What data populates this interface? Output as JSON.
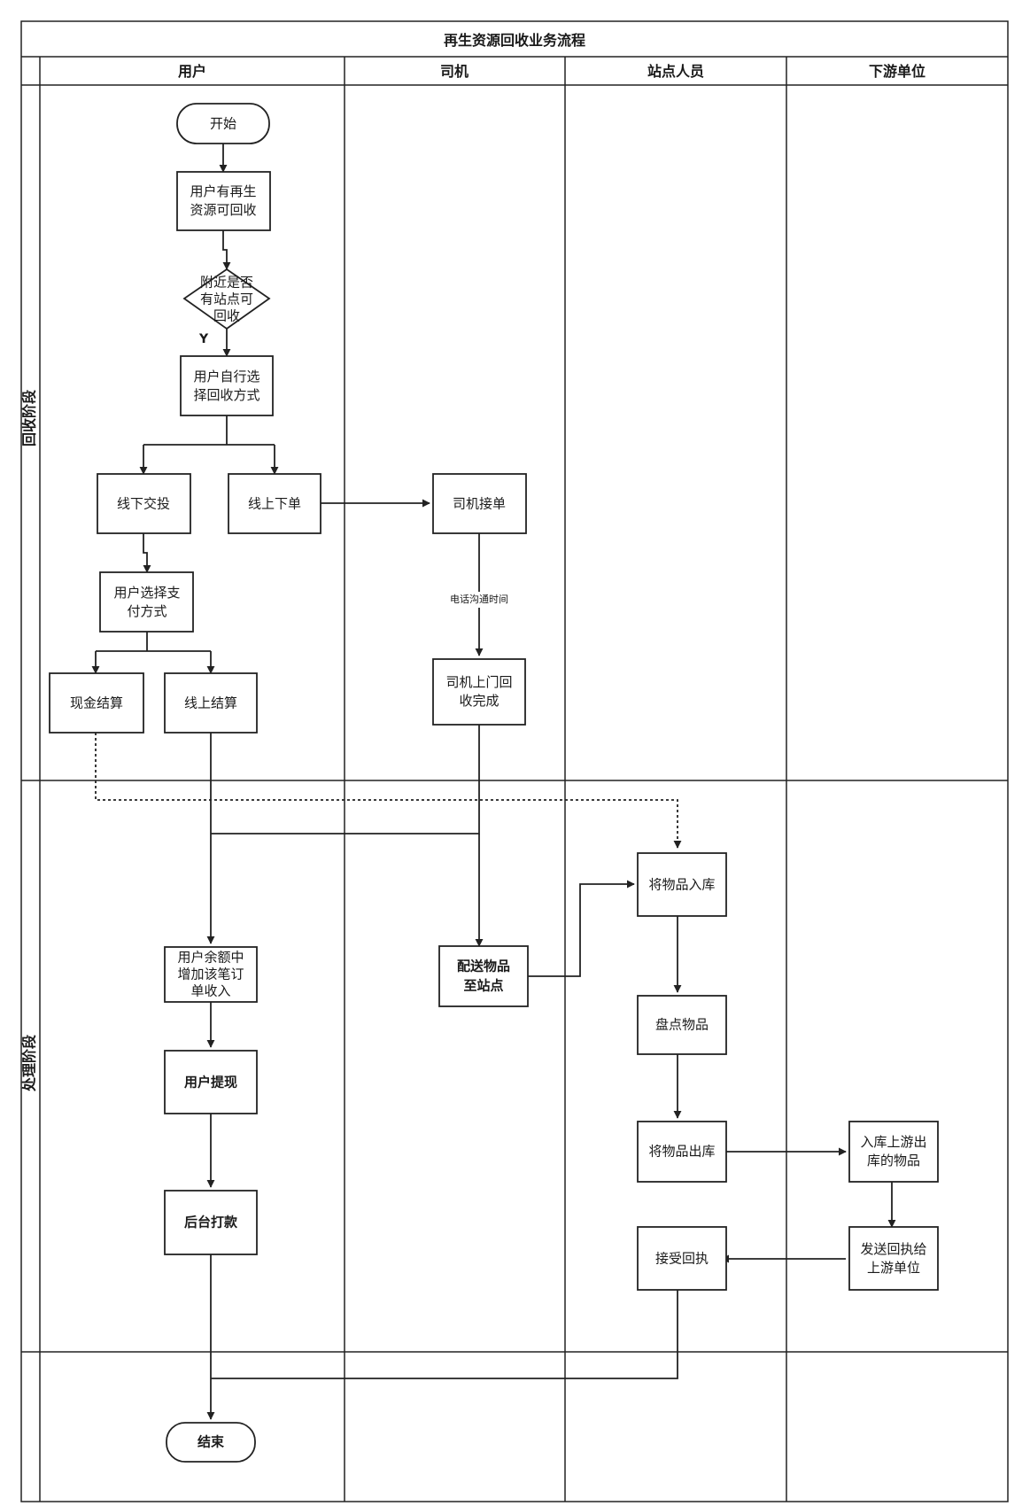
{
  "title": "再生资源回收业务流程",
  "lanes": [
    "用户",
    "司机",
    "站点人员",
    "下游单位"
  ],
  "phases": [
    "回收阶段",
    "处理阶段"
  ],
  "nodes": {
    "start": [
      "开始"
    ],
    "has_resources": [
      "用户有再生",
      "资源可回收"
    ],
    "decision_station": [
      "附近是否",
      "有站点可",
      "回收"
    ],
    "choose_method": [
      "用户自行选",
      "择回收方式"
    ],
    "offline_handover": [
      "线下交投"
    ],
    "online_order": [
      "线上下单"
    ],
    "driver_accept": [
      "司机接单"
    ],
    "choose_payment": [
      "用户选择支",
      "付方式"
    ],
    "cash_settle": [
      "现金结算"
    ],
    "online_settle": [
      "线上结算"
    ],
    "driver_pickup": [
      "司机上门回",
      "收完成"
    ],
    "store_goods": [
      "将物品入库"
    ],
    "deliver_station": [
      "配送物品",
      "至站点"
    ],
    "add_balance": [
      "用户余额中",
      "增加该笔订",
      "单收入"
    ],
    "inventory": [
      "盘点物品"
    ],
    "withdraw": [
      "用户提现"
    ],
    "goods_out": [
      "将物品出库"
    ],
    "downstream_in": [
      "入库上游出",
      "库的物品"
    ],
    "backend_pay": [
      "后台打款"
    ],
    "accept_receipt": [
      "接受回执"
    ],
    "send_receipt": [
      "发送回执给",
      "上游单位"
    ],
    "end": [
      "结束"
    ]
  },
  "edge_labels": {
    "yes": "Y",
    "phone": "电话沟通时间"
  }
}
